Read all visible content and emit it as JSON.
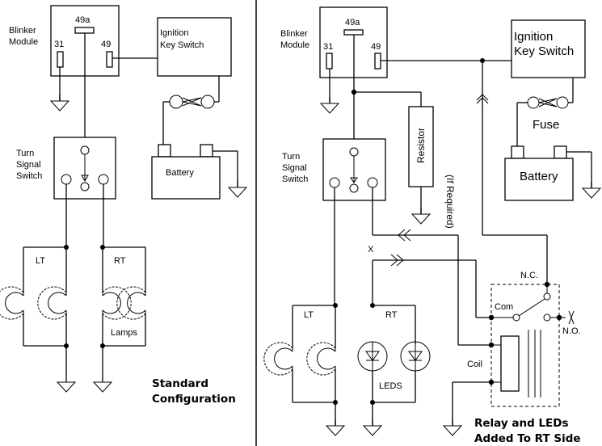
{
  "left": {
    "blinker_label_1": "Blinker",
    "blinker_label_2": "Module",
    "pin_49a": "49a",
    "pin_31": "31",
    "pin_49": "49",
    "ignition_1": "Ignition",
    "ignition_2": "Key Switch",
    "turn_1": "Turn",
    "turn_2": "Signal",
    "turn_3": "Switch",
    "battery": "Battery",
    "lt": "LT",
    "rt": "RT",
    "lamps": "Lamps",
    "title_1": "Standard",
    "title_2": "Configuration"
  },
  "right": {
    "blinker_label_1": "Blinker",
    "blinker_label_2": "Module",
    "pin_49a": "49a",
    "pin_31": "31",
    "pin_49": "49",
    "ignition_1": "Ignition",
    "ignition_2": "Key Switch",
    "fuse": "Fuse",
    "turn_1": "Turn",
    "turn_2": "Signal",
    "turn_3": "Switch",
    "resistor": "Resistor",
    "resistor_note": "(If Required)",
    "battery": "Battery",
    "x_mark": "X",
    "nc": "N.C.",
    "com": "Com",
    "no": "N.O.",
    "coil": "Coil",
    "lt": "LT",
    "rt": "RT",
    "leds": "LEDS",
    "title_1": "Relay and LEDs",
    "title_2": "Added To RT Side"
  }
}
